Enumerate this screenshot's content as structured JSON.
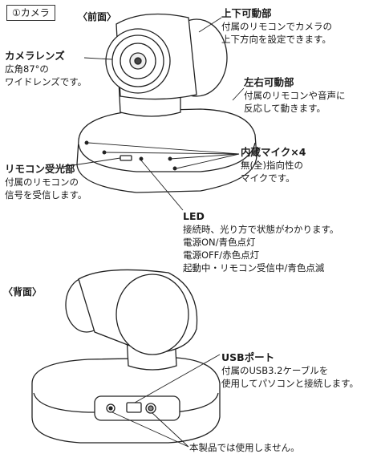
{
  "section_title": "①カメラ",
  "front": {
    "view_label": "〈前面〉",
    "lens": {
      "heading": "カメラレンズ",
      "lines": [
        "広角87°の",
        "ワイドレンズです。"
      ]
    },
    "tilt": {
      "heading": "上下可動部",
      "lines": [
        "付属のリモコンでカメラの",
        "上下方向を設定できます。"
      ]
    },
    "pan": {
      "heading": "左右可動部",
      "lines": [
        "付属のリモコンや音声に",
        "反応して動きます。"
      ]
    },
    "mic": {
      "heading": "内蔵マイク×4",
      "lines": [
        "無(全)指向性の",
        "マイクです。"
      ]
    },
    "remote": {
      "heading": "リモコン受光部",
      "lines": [
        "付属のリモコンの",
        "信号を受信します。"
      ]
    },
    "led": {
      "heading": "LED",
      "lines": [
        "接続時、光り方で状態がわかります。",
        "電源ON/青色点灯",
        "電源OFF/赤色点灯",
        "起動中・リモコン受信中/青色点滅"
      ]
    }
  },
  "back": {
    "view_label": "〈背面〉",
    "usb": {
      "heading": "USBポート",
      "lines": [
        "付属のUSB3.2ケーブルを",
        "使用してパソコンと接続します。"
      ]
    },
    "unused": "本製品では使用しません。"
  }
}
